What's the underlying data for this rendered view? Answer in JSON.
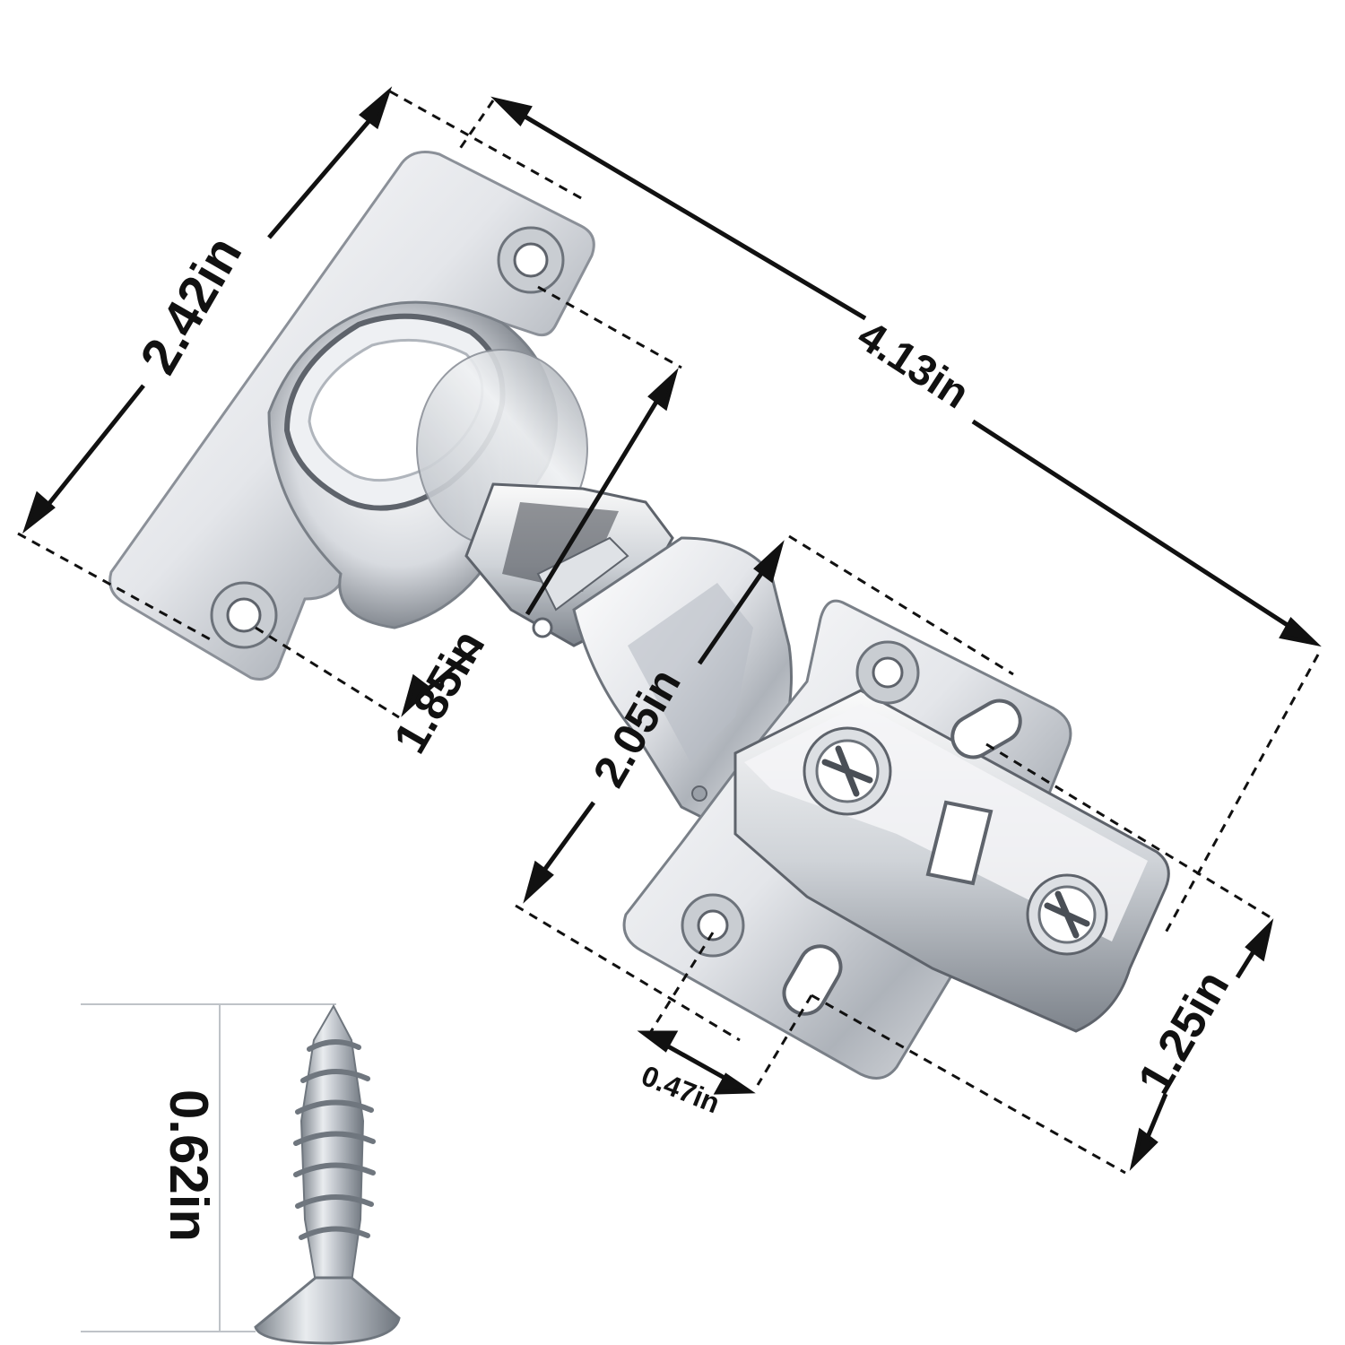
{
  "dimensions": {
    "hinge_cup_plate_width": "2.42in",
    "overall_length": "4.13in",
    "cup_plate_height": "1.85in",
    "mounting_plate_length": "2.05in",
    "mounting_plate_width": "1.25in",
    "mounting_hole_spacing": "0.47in",
    "screw_length": "0.62in"
  },
  "colors": {
    "metal_light": "#f4f5f7",
    "metal_mid": "#c3c7cd",
    "metal_dark": "#5e636b",
    "line": "#111111"
  }
}
